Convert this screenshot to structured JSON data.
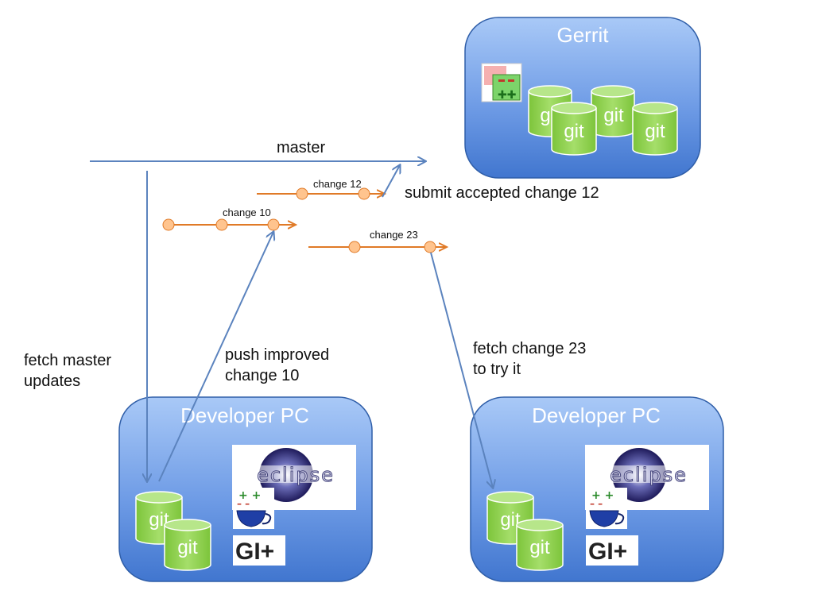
{
  "colors": {
    "box_fill_top": "#a9c9f7",
    "box_fill_bottom": "#4176cf",
    "box_stroke": "#2f5ea8",
    "git_fill": "#8fd24e",
    "git_stroke": "#ffffff",
    "change_line": "#e07a27",
    "change_node": "#ffc48e",
    "master_line": "#5b83be"
  },
  "gerrit": {
    "title": "Gerrit",
    "git_labels": [
      "git",
      "git",
      "git",
      "git"
    ],
    "logo_icon": "gerrit-logo-icon"
  },
  "dev_left": {
    "title": "Developer PC",
    "git_labels": [
      "git",
      "git"
    ],
    "eclipse_text": "eclipse",
    "egit_text": "GI+"
  },
  "dev_right": {
    "title": "Developer PC",
    "git_labels": [
      "git",
      "git"
    ],
    "eclipse_text": "eclipse",
    "egit_text": "GI+"
  },
  "branches": {
    "master": "master",
    "change_12": "change 12",
    "change_10": "change 10",
    "change_23": "change 23"
  },
  "labels": {
    "submit": "submit accepted change 12",
    "fetch_master": "fetch master\nupdates",
    "push_improved": "push improved\nchange 10",
    "fetch_change": "fetch change 23\nto try it"
  }
}
